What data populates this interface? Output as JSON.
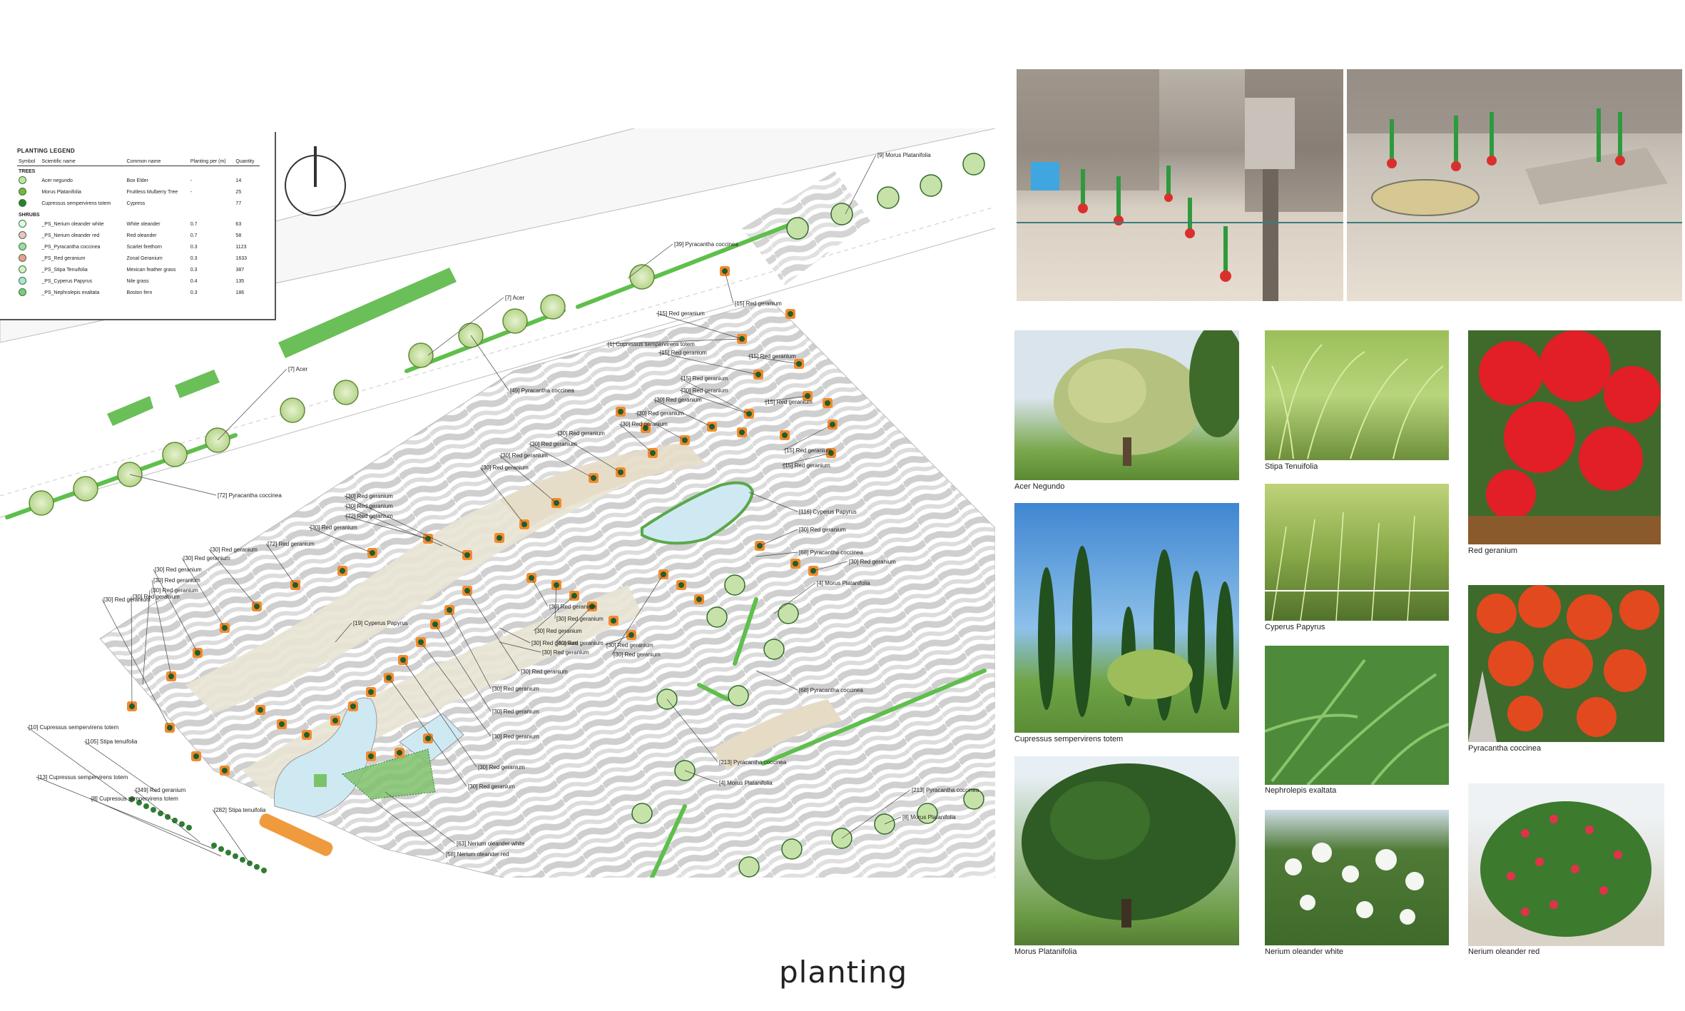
{
  "legend": {
    "title": "PLANTING LEGEND",
    "headers": [
      "Symbol",
      "Scientific name",
      "Common name",
      "Planting per (m)",
      "Quantity"
    ],
    "trees_heading": "TREES",
    "shrubs_heading": "SHRUBS",
    "trees": [
      {
        "sci": "Acer negundo",
        "common": "Box Elder",
        "per": "-",
        "qty": "14",
        "color": "#c5e0a5"
      },
      {
        "sci": "Morus Platanifolia",
        "common": "Fruitless Mulberry Tree",
        "per": "-",
        "qty": "25",
        "color": "#7cb342"
      },
      {
        "sci": "Cupressus sempervirens totem",
        "common": "Cypress",
        "per": "",
        "qty": "77",
        "color": "#2e7d32"
      }
    ],
    "shrubs": [
      {
        "sci": "_PS_Nerium oleander white",
        "common": "White oleander",
        "per": "0.7",
        "qty": "63",
        "color": "#e8f5e9"
      },
      {
        "sci": "_PS_Nerium oleander red",
        "common": "Red oleander",
        "per": "0.7",
        "qty": "58",
        "color": "#f8bbd0"
      },
      {
        "sci": "_PS_Pyracantha coccinea",
        "common": "Scarlet firethorn",
        "per": "0.3",
        "qty": "1123",
        "color": "#a5d6a7"
      },
      {
        "sci": "_PS_Red geranium",
        "common": "Zonal Geranium",
        "per": "0.3",
        "qty": "1633",
        "color": "#ef9a9a"
      },
      {
        "sci": "_PS_Stipa Tenuifolia",
        "common": "Mexican feather grass",
        "per": "0.3",
        "qty": "387",
        "color": "#dcedc8"
      },
      {
        "sci": "_PS_Cyperus Papyrus",
        "common": "Nile grass",
        "per": "0.4",
        "qty": "135",
        "color": "#b2dfdb"
      },
      {
        "sci": "_PS_Nephrolepis exaltata",
        "common": "Boston fern",
        "per": "0.3",
        "qty": "186",
        "color": "#81c784"
      }
    ]
  },
  "plan_labels": {
    "morus_top": "[9] Morus Platanifolia",
    "pyracantha_39": "[39] Pyracantha coccinea",
    "acer_7a": "[7] Acer",
    "acer_7b": "[7] Acer",
    "pyracantha_49": "[49] Pyracantha coccinea",
    "pyracantha_72": "[72] Pyracantha coccinea",
    "cupressus_1": "[1] Cupressus sempervirens totem",
    "red_geranium": "Red geranium",
    "cyperus_116": "[116] Cyperus Papyrus",
    "cyperus_19": "[19] Cyperus Papyrus",
    "pyracantha_68a": "[68] Pyracantha coccinea",
    "pyracantha_68b": "[68] Pyracantha coccinea",
    "morus_4a": "[4] Morus Platanifolia",
    "morus_4b": "[4] Morus Platanifolia",
    "pyracantha_213a": "[213] Pyracantha coccinea",
    "pyracantha_213b": "[213] Pyracantha coccinea",
    "morus_8": "[8] Morus Platanifolia",
    "cupressus_10": "[10] Cupressus sempervirens totem",
    "stipa_105": "[105] Stipa tenuifolia",
    "cupressus_13": "[13] Cupressus sempervirens totem",
    "geranium_349": "[349] Red geranium",
    "cupressus_8": "[8] Cupressus sempervirens totem",
    "stipa_282": "[282] Stipa tenuifolia",
    "nerium_63": "[63] Nerium oleander white",
    "nerium_58": "[58] Nerium oleander red",
    "geranium_15": "[15] Red geranium",
    "geranium_30": "[30] Red geranium",
    "geranium_72": "[72] Red geranium"
  },
  "photos": {
    "acer": "Acer Negundo",
    "cupressus": "Cupressus sempervirens totem",
    "morus": "Morus Platanifolia",
    "stipa": "Stipa Tenuifolia",
    "cyperus": "Cyperus Papyrus",
    "nephrolepis": "Nephrolepis exaltata",
    "nerium_white": "Nerium oleander white",
    "geranium": "Red geranium",
    "pyracantha": "Pyracantha coccinea",
    "nerium_red": "Nerium oleander red"
  },
  "page_title": "planting"
}
